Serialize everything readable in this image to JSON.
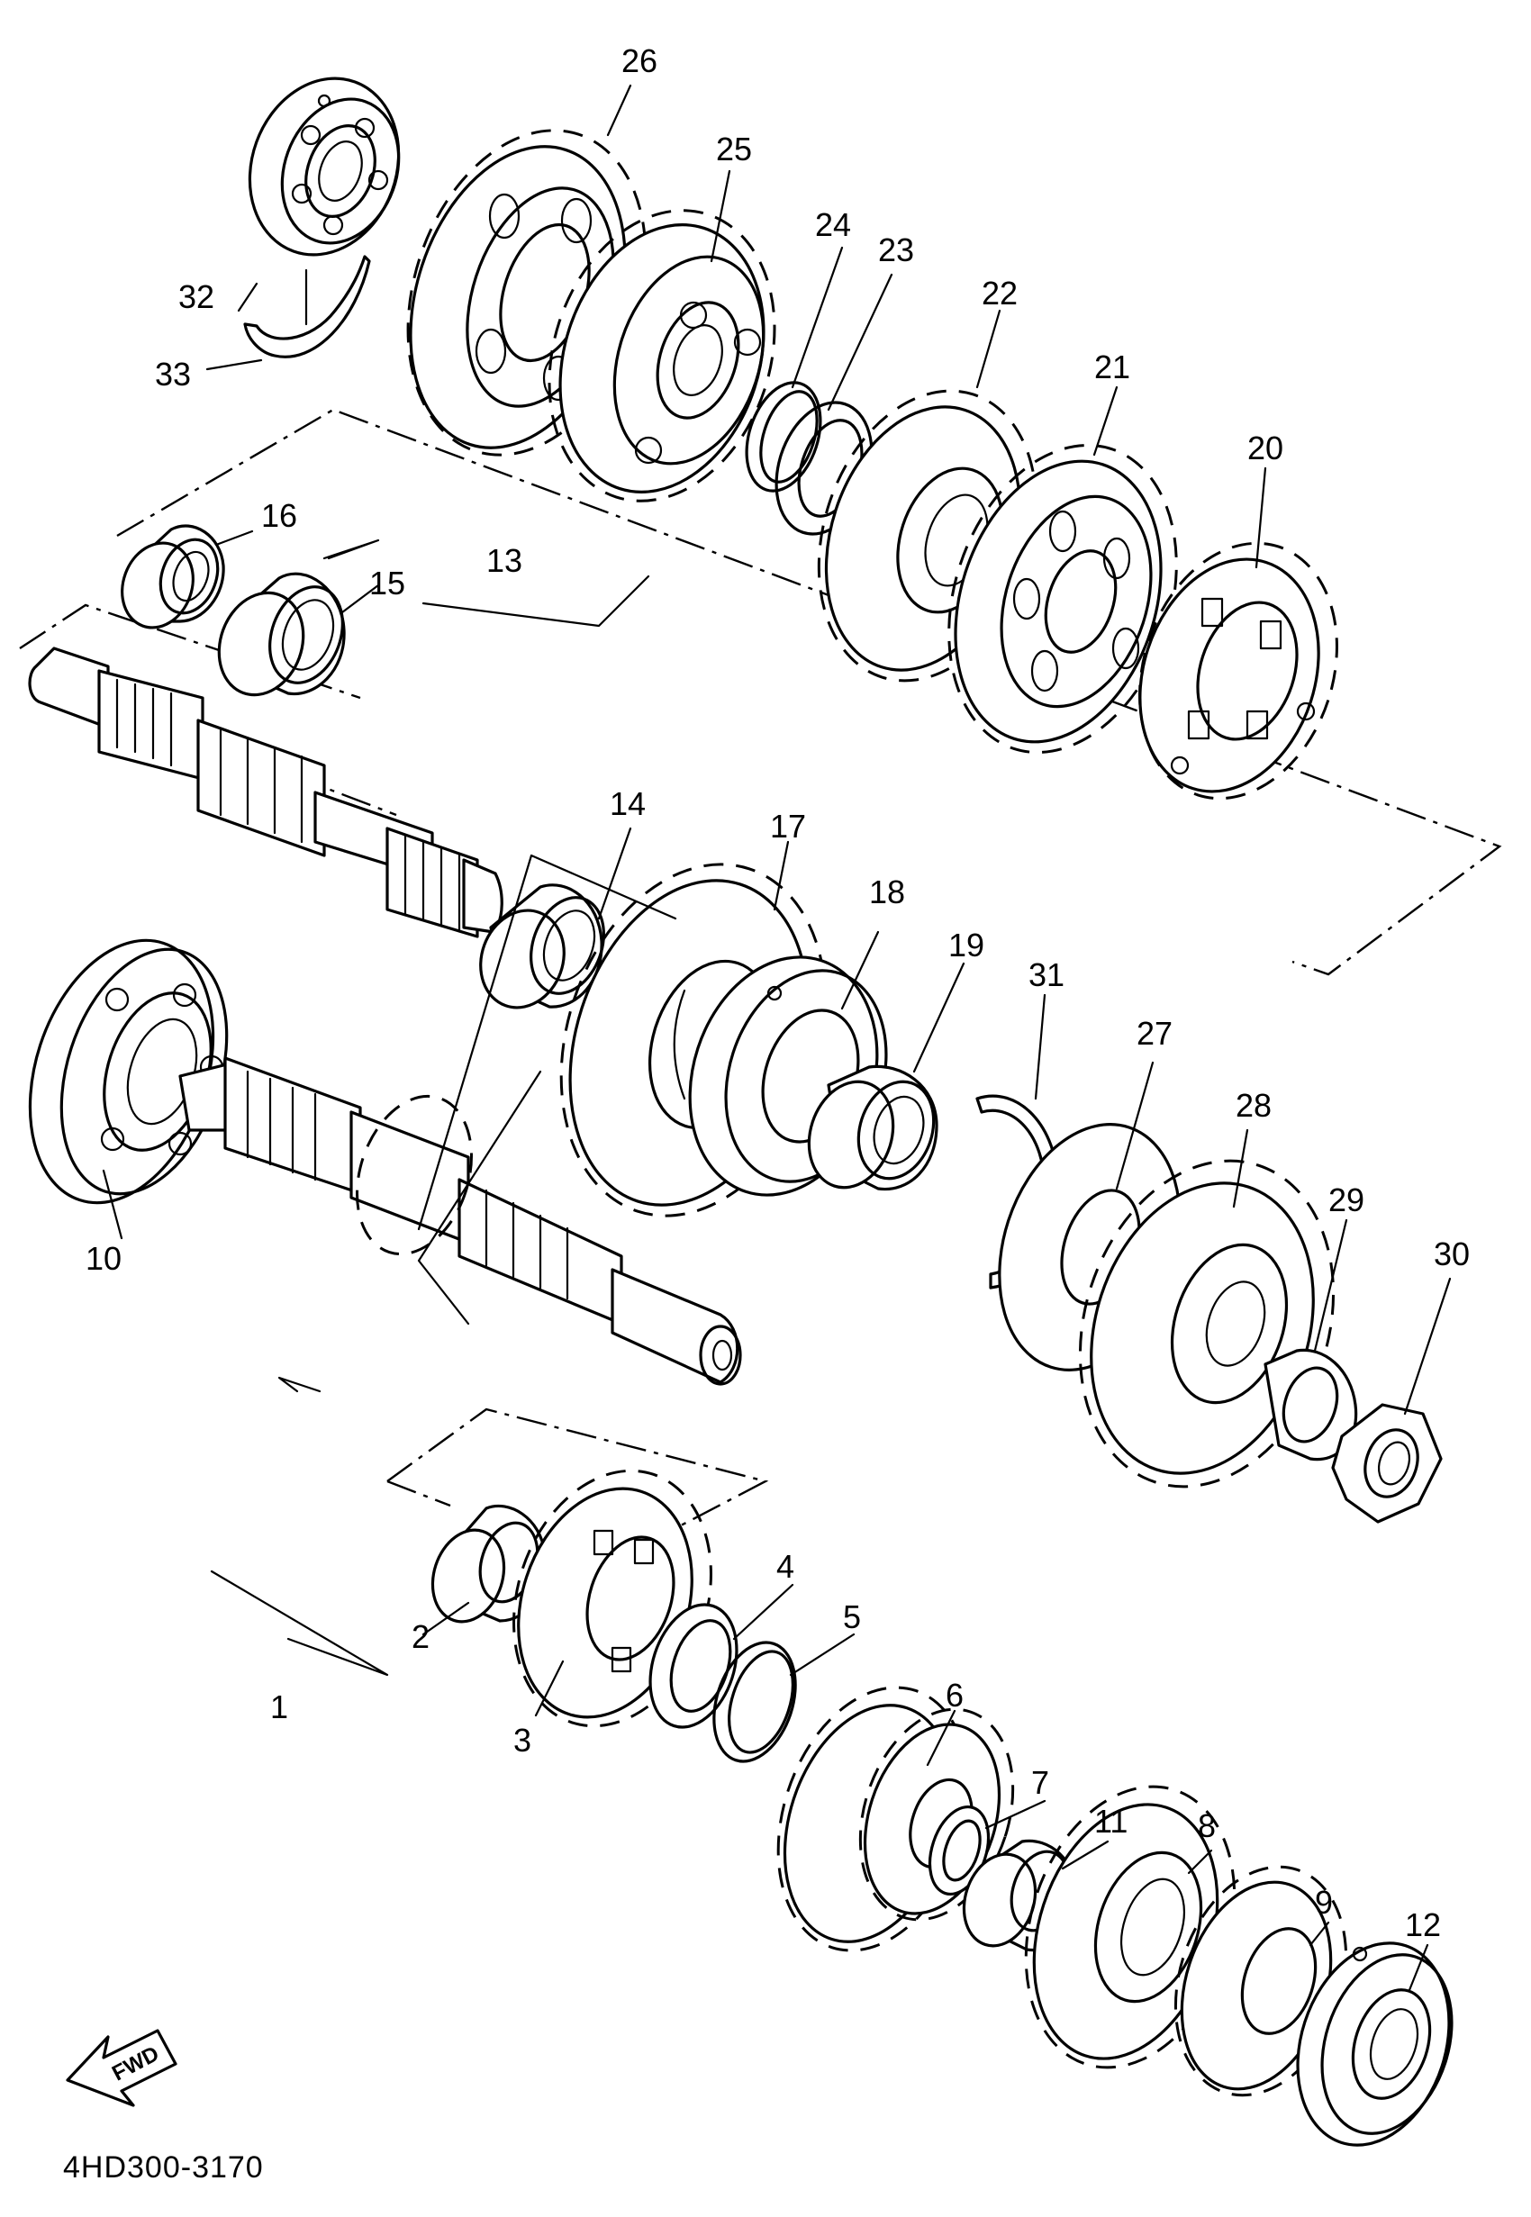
{
  "diagram": {
    "code": "4HD300-3170",
    "fwd_label": "FWD",
    "callouts": [
      {
        "id": "1",
        "text": "1"
      },
      {
        "id": "2",
        "text": "2"
      },
      {
        "id": "3",
        "text": "3"
      },
      {
        "id": "4",
        "text": "4"
      },
      {
        "id": "5",
        "text": "5"
      },
      {
        "id": "6",
        "text": "6"
      },
      {
        "id": "7",
        "text": "7"
      },
      {
        "id": "8",
        "text": "8"
      },
      {
        "id": "9",
        "text": "9"
      },
      {
        "id": "10",
        "text": "10"
      },
      {
        "id": "11",
        "text": "11"
      },
      {
        "id": "12",
        "text": "12"
      },
      {
        "id": "13",
        "text": "13"
      },
      {
        "id": "14",
        "text": "14"
      },
      {
        "id": "15",
        "text": "15"
      },
      {
        "id": "16",
        "text": "16"
      },
      {
        "id": "17",
        "text": "17"
      },
      {
        "id": "18",
        "text": "18"
      },
      {
        "id": "19",
        "text": "19"
      },
      {
        "id": "20",
        "text": "20"
      },
      {
        "id": "21",
        "text": "21"
      },
      {
        "id": "22",
        "text": "22"
      },
      {
        "id": "23",
        "text": "23"
      },
      {
        "id": "24",
        "text": "24"
      },
      {
        "id": "25",
        "text": "25"
      },
      {
        "id": "26",
        "text": "26"
      },
      {
        "id": "27",
        "text": "27"
      },
      {
        "id": "28",
        "text": "28"
      },
      {
        "id": "29",
        "text": "29"
      },
      {
        "id": "30",
        "text": "30"
      },
      {
        "id": "31",
        "text": "31"
      },
      {
        "id": "32",
        "text": "32"
      },
      {
        "id": "33",
        "text": "33"
      }
    ]
  }
}
